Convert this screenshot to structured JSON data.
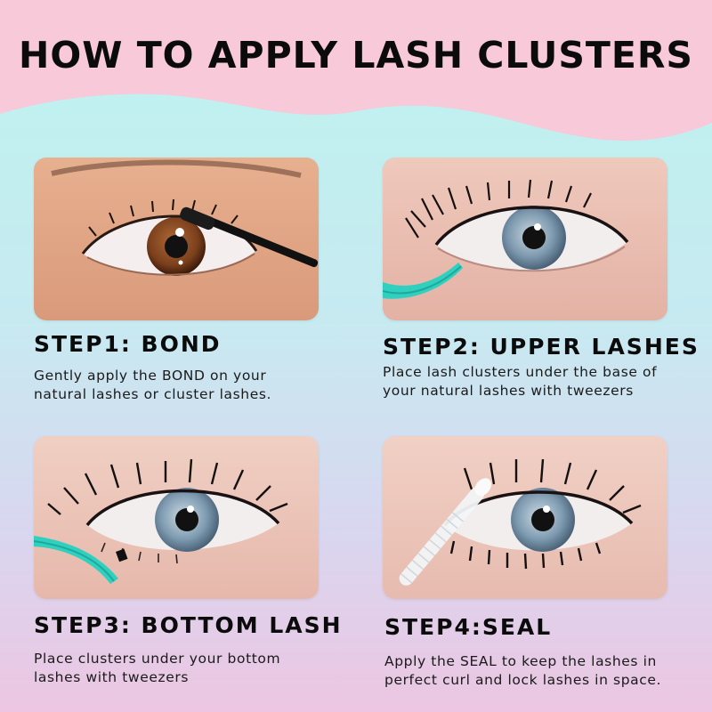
{
  "page": {
    "title": "HOW TO APPLY LASH CLUSTERS",
    "colors": {
      "header_pink": "#f7c9d9",
      "background_mint": "#bdf3ee",
      "background_lavender": "#ecc6e2",
      "tweezer_teal": "#2fd0bf",
      "text": "#0b0b0b"
    }
  },
  "steps": [
    {
      "heading": "STEP1: BOND",
      "description_lines": [
        "Gently apply the BOND on your",
        "natural lashes or cluster lashes."
      ],
      "illustration": "brown-eye-bond-wand-icon"
    },
    {
      "heading": "STEP2: UPPER LASHES",
      "description_lines": [
        "Place lash clusters under the base of",
        "your natural lashes with tweezers"
      ],
      "illustration": "blue-eye-tweezers-upper-icon"
    },
    {
      "heading": "STEP3: BOTTOM LASH",
      "description_lines": [
        "Place clusters under your bottom",
        "lashes with tweezers"
      ],
      "illustration": "blue-eye-tweezers-bottom-icon"
    },
    {
      "heading": "STEP4:SEAL",
      "description_lines": [
        "Apply the SEAL to keep the lashes in",
        "perfect curl and lock lashes in space."
      ],
      "illustration": "blue-eye-seal-wand-icon"
    }
  ]
}
